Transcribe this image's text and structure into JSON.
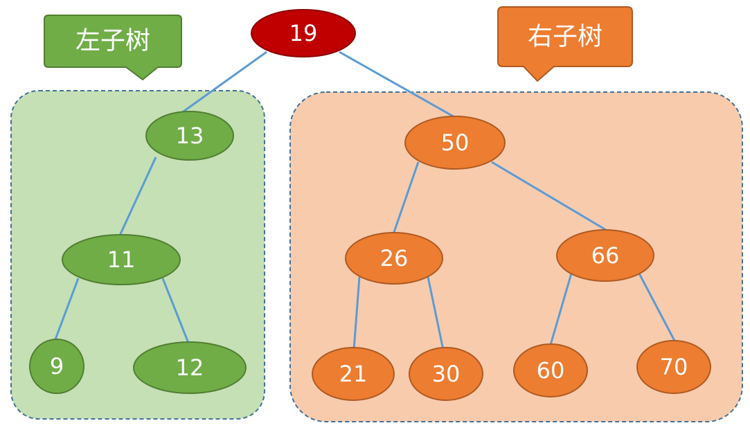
{
  "callouts": {
    "left": {
      "label": "左子树"
    },
    "right": {
      "label": "右子树"
    }
  },
  "colors": {
    "root": "#c00000",
    "left_node": "#70ad47",
    "right_node": "#ed7d31",
    "left_region": "#c5e0b4",
    "right_region": "#f8cbad",
    "edge": "#5b9bd5"
  },
  "tree": {
    "root": "19",
    "left_subtree": {
      "root": "13",
      "nodes": [
        "11",
        "9",
        "12"
      ]
    },
    "right_subtree": {
      "root": "50",
      "nodes": [
        "26",
        "66",
        "21",
        "30",
        "60",
        "70"
      ]
    }
  }
}
